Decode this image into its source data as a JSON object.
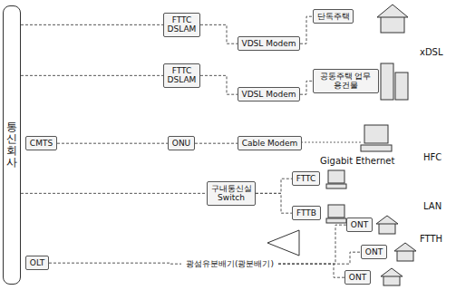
{
  "diagram": {
    "nodes": [
      {
        "text": [
          "통신회사"
        ]
      },
      {
        "text": [
          "FTTC",
          "DSLAM"
        ]
      },
      {
        "text": [
          "VDSL Modem"
        ]
      },
      {
        "text": [
          "단독주택"
        ]
      },
      {
        "text": [
          "FTTC",
          "DSLAM"
        ]
      },
      {
        "text": [
          "VDSL Modem"
        ]
      },
      {
        "text": [
          "공동주택 업무용건물"
        ]
      },
      {
        "text": [
          "CMTS"
        ]
      },
      {
        "text": [
          "ONU"
        ]
      },
      {
        "text": [
          "Cable Modem"
        ]
      },
      {
        "text": [
          "구내통신실",
          "Switch"
        ]
      },
      {
        "text": [
          "FTTC"
        ]
      },
      {
        "text": [
          "FTTB"
        ]
      },
      {
        "text": [
          "OLT"
        ]
      },
      {
        "text": [
          "광섬유분배기(광분배기)"
        ]
      },
      {
        "text": [
          "ONT"
        ]
      },
      {
        "text": [
          "ONT"
        ]
      },
      {
        "text": [
          "ONT"
        ]
      }
    ],
    "edges": [
      {
        "from": 0,
        "to": 1,
        "arrow": "none"
      },
      {
        "from": 1,
        "to": 2,
        "arrow": "none"
      },
      {
        "from": 2,
        "to": 3,
        "arrow": "none"
      },
      {
        "from": 0,
        "to": 4,
        "arrow": "none"
      },
      {
        "from": 4,
        "to": 5,
        "arrow": "none"
      },
      {
        "from": 5,
        "to": 6,
        "arrow": "none"
      },
      {
        "from": 7,
        "to": 8,
        "arrow": "none"
      },
      {
        "from": 8,
        "to": 9,
        "arrow": "none"
      },
      {
        "from": 0,
        "to": 10,
        "arrow": "none"
      },
      {
        "from": 10,
        "to": 11,
        "arrow": "none"
      },
      {
        "from": 10,
        "to": 12,
        "arrow": "none"
      },
      {
        "from": 13,
        "to": 14,
        "arrow": "none"
      },
      {
        "from": 14,
        "to": 15,
        "arrow": "none"
      },
      {
        "from": 14,
        "to": 16,
        "arrow": "none"
      },
      {
        "from": 14,
        "to": 17,
        "arrow": "none"
      }
    ],
    "labels": [
      "xDSL",
      "HFC",
      "Gigabit Ethernet",
      "LAN",
      "FTTH"
    ]
  }
}
